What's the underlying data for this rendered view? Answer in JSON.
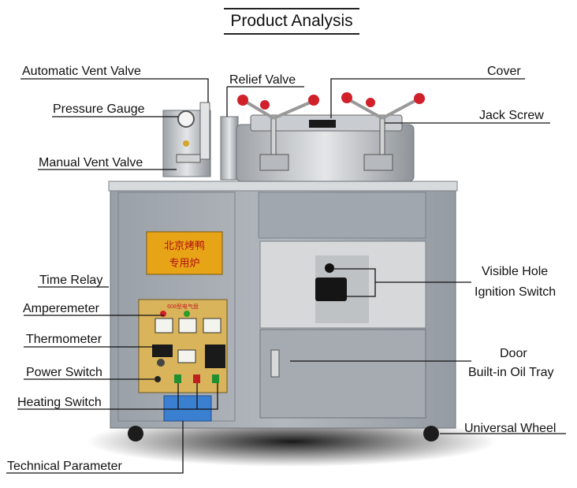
{
  "title": "Product Analysis",
  "labels": {
    "automatic_vent_valve": "Automatic Vent Valve",
    "relief_valve": "Relief Valve",
    "cover": "Cover",
    "pressure_gauge": "Pressure Gauge",
    "jack_screw": "Jack Screw",
    "manual_vent_valve": "Manual Vent Valve",
    "time_relay": "Time Relay",
    "visible_hole": "Visible Hole",
    "ignition_switch": "Ignition Switch",
    "amperemeter": "Amperemeter",
    "thermometer": "Thermometer",
    "door": "Door",
    "built_in_oil_tray": "Built-in Oil Tray",
    "power_switch": "Power Switch",
    "heating_switch": "Heating Switch",
    "universal_wheel": "Universal Wheel",
    "technical_parameter": "Technical Parameter"
  },
  "machine_text": {
    "sign_line1": "北京烤鸭",
    "sign_line2": "专用炉",
    "panel_header": "608型电气盘"
  },
  "colors": {
    "body": "#a7acb3",
    "steel": "#cfd2d6",
    "sign": "#e8a417",
    "panel": "#d9b45a",
    "knob": "#d0202a",
    "wheel": "#1c1c1c"
  }
}
